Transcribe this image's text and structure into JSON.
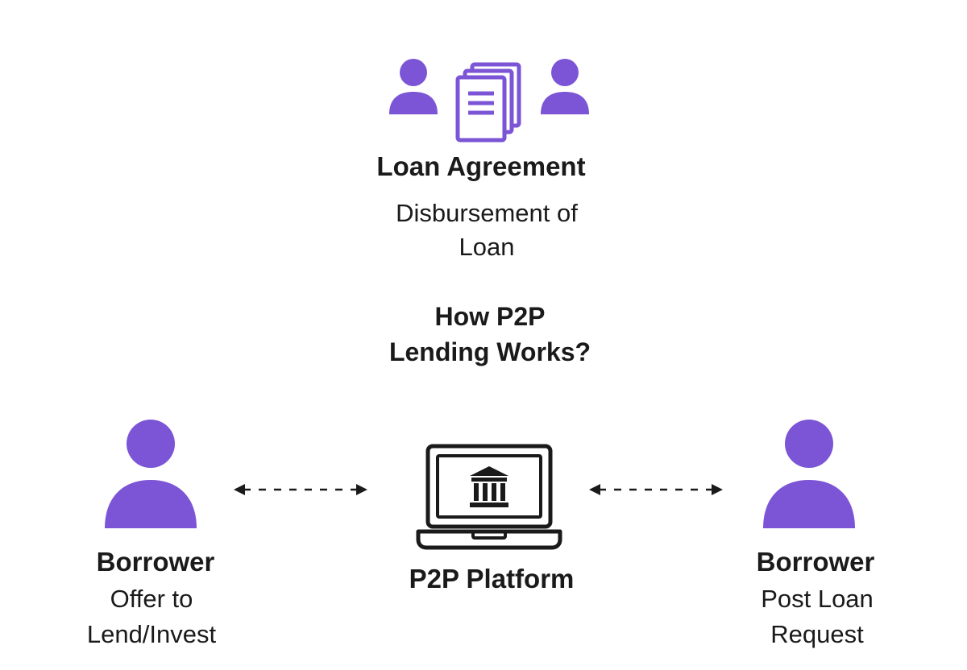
{
  "colors": {
    "accent": "#7b55d5",
    "text": "#1a1a1a",
    "background": "#ffffff"
  },
  "icons": {
    "agreement_left_person": "person-icon",
    "agreement_documents": "documents-icon",
    "agreement_right_person": "person-icon",
    "left_party": "person-icon",
    "platform": "laptop-bank-icon",
    "right_party": "person-icon",
    "left_arrow": "double-arrow-icon",
    "right_arrow": "double-arrow-icon"
  },
  "agreement": {
    "title": "Loan Agreement",
    "subtitle_line1": "Disbursement of",
    "subtitle_line2": "Loan"
  },
  "heading": {
    "line1": "How P2P",
    "line2": "Lending Works?"
  },
  "left_party": {
    "title": "Borrower",
    "subtitle_line1": "Offer to",
    "subtitle_line2": "Lend/Invest"
  },
  "platform": {
    "title": "P2P Platform"
  },
  "right_party": {
    "title": "Borrower",
    "subtitle_line1": "Post Loan",
    "subtitle_line2": "Request"
  }
}
